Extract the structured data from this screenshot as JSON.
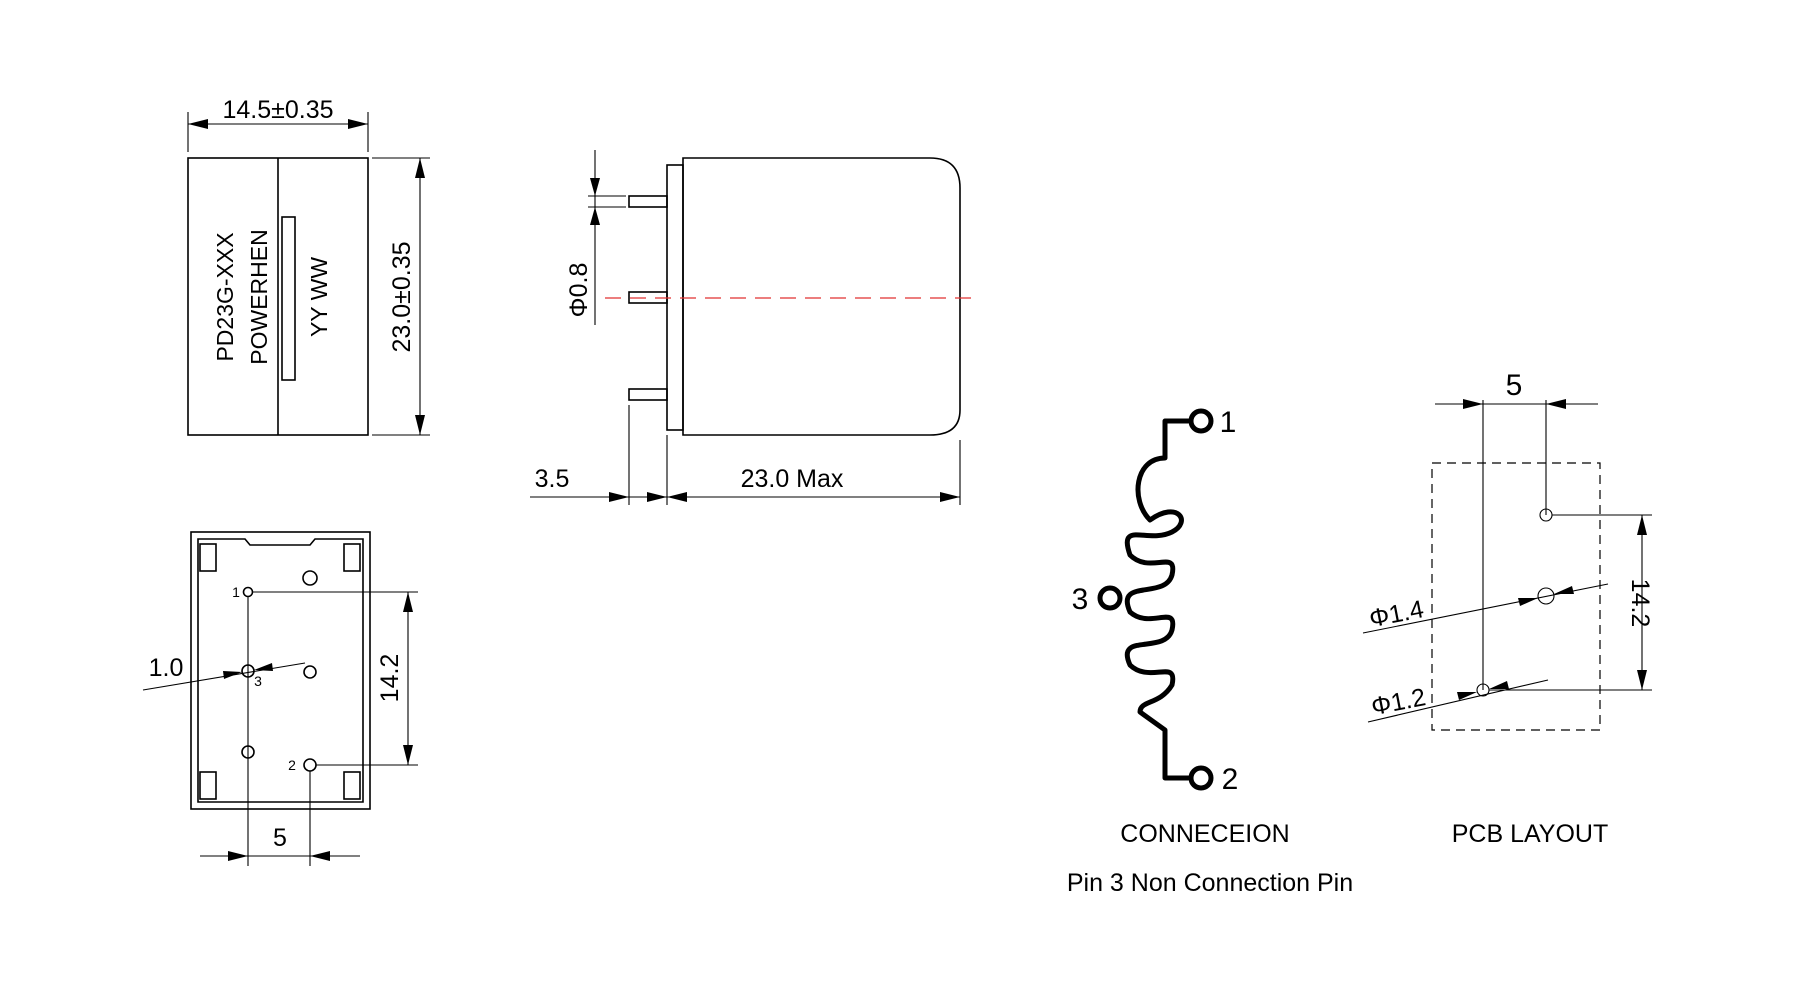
{
  "top_view": {
    "width_dim": "14.5±0.35",
    "height_dim": "23.0±0.35",
    "marking": [
      "PD23G-XXX",
      "POWERHEN",
      "YY WW"
    ]
  },
  "side_view": {
    "pin_dia": "Φ0.8",
    "pin_len": "3.5",
    "body_len": "23.0 Max"
  },
  "bottom_view": {
    "pin_labels": [
      "1",
      "2",
      "3"
    ],
    "pin_dia": "1.0",
    "pitch_v": "14.2",
    "pitch_h": "5"
  },
  "connection": {
    "pins": [
      "1",
      "2",
      "3"
    ],
    "title": "CONNECEION",
    "note": "Pin 3 Non Connection Pin"
  },
  "pcb_layout": {
    "pitch_h": "5",
    "pitch_v": "14.2",
    "hole_large": "Φ1.4",
    "hole_small": "Φ1.2",
    "title": "PCB LAYOUT"
  }
}
